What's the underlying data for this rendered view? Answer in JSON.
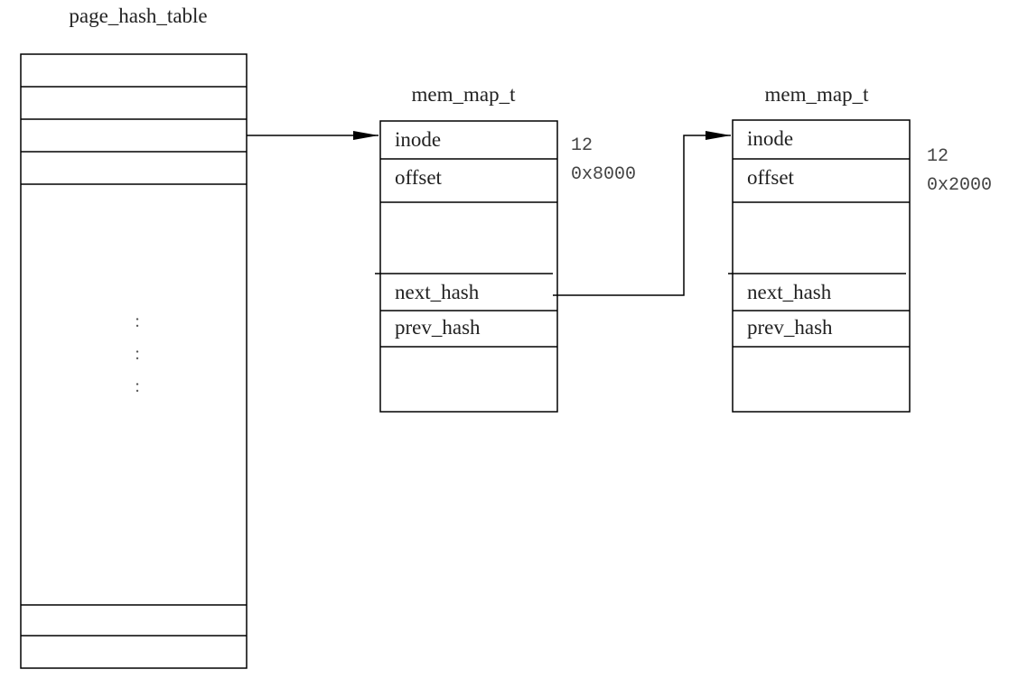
{
  "hash_table": {
    "title": "page_hash_table",
    "ellipsis": ":"
  },
  "structs": [
    {
      "title": "mem_map_t",
      "fields": {
        "inode": "inode",
        "offset": "offset",
        "next_hash": "next_hash",
        "prev_hash": "prev_hash"
      },
      "values": {
        "inode": "12",
        "offset": "0x8000"
      }
    },
    {
      "title": "mem_map_t",
      "fields": {
        "inode": "inode",
        "offset": "offset",
        "next_hash": "next_hash",
        "prev_hash": "prev_hash"
      },
      "values": {
        "inode": "12",
        "offset": "0x2000"
      }
    }
  ],
  "colors": {
    "line": "#000000",
    "text": "#222222",
    "value_text": "#444444"
  }
}
